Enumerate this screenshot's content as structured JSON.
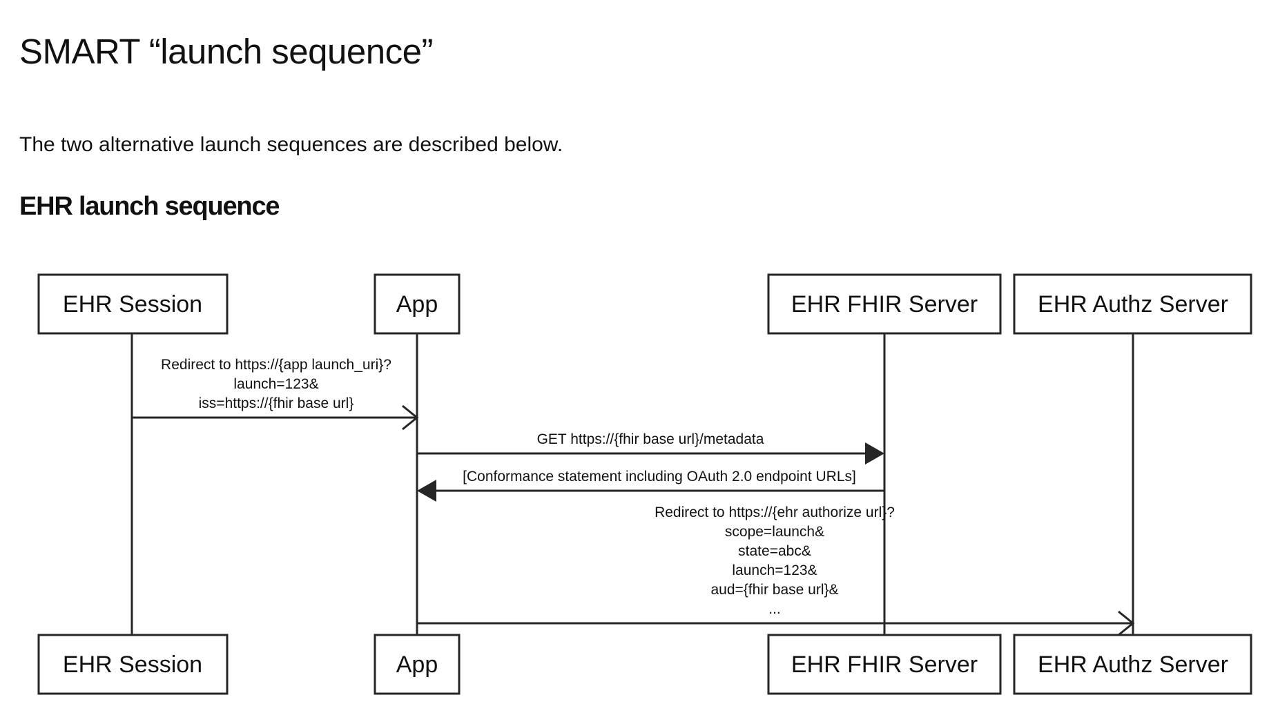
{
  "document": {
    "title": "SMART “launch sequence”",
    "paragraph": "The two alternative launch sequences are described below.",
    "subtitle": "EHR launch sequence"
  },
  "diagram": {
    "type": "sequence-diagram",
    "participants": [
      {
        "id": "ehr-session",
        "label": "EHR Session"
      },
      {
        "id": "app",
        "label": "App"
      },
      {
        "id": "ehr-fhir-server",
        "label": "EHR FHIR Server"
      },
      {
        "id": "ehr-authz-server",
        "label": "EHR Authz Server"
      }
    ],
    "messages": [
      {
        "id": "msg-redirect-launch-uri",
        "from": "ehr-session",
        "to": "app",
        "direction": "right",
        "arrowhead": "open",
        "lines": [
          "Redirect to https://{app launch_uri}?",
          "launch=123&",
          "iss=https://{fhir base url}"
        ]
      },
      {
        "id": "msg-get-metadata",
        "from": "app",
        "to": "ehr-fhir-server",
        "direction": "right",
        "arrowhead": "filled",
        "lines": [
          "GET https://{fhir base url}/metadata"
        ]
      },
      {
        "id": "msg-conformance-statement",
        "from": "ehr-fhir-server",
        "to": "app",
        "direction": "left",
        "arrowhead": "filled",
        "lines": [
          "[Conformance statement including OAuth 2.0 endpoint URLs]"
        ]
      },
      {
        "id": "msg-redirect-authorize",
        "from": "app",
        "to": "ehr-authz-server",
        "direction": "right",
        "arrowhead": "open",
        "lines": [
          "Redirect to https://{ehr authorize url}?",
          "scope=launch&",
          "state=abc&",
          "launch=123&",
          "aud={fhir base url}&",
          "..."
        ]
      }
    ],
    "colors": {
      "stroke": "#262626",
      "text": "#111111",
      "background": "#ffffff"
    }
  }
}
